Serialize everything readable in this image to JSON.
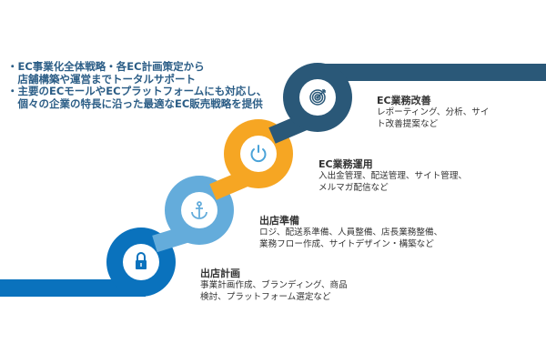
{
  "intro": [
    "・EC事業化全体戦略・各EC計画策定から",
    "　店舗構築や運営までトータルサポート",
    "・主要のECモールやECプラットフォームにも対応し、",
    "　個々の企業の特長に沿った最適なEC販売戦略を提供"
  ],
  "steps": [
    {
      "title": "出店計画",
      "lines": [
        "事業計画作成、ブランディング、商品",
        "検討、プラットフォーム選定など"
      ],
      "icon": "lock-icon",
      "color": "#0a72bd"
    },
    {
      "title": "出店準備",
      "lines": [
        "ロジ、配送系準備、人員整備、店長業務整備、",
        "業務フロー作成、サイトデザイン・構築など"
      ],
      "icon": "anchor-icon",
      "color": "#64acdb"
    },
    {
      "title": "EC業務運用",
      "lines": [
        "入出金管理、配送管理、サイト管理、",
        "メルマガ配信など"
      ],
      "icon": "power-icon",
      "color": "#f6a623"
    },
    {
      "title": "EC業務改善",
      "lines": [
        "レポーティング、分析、サイ",
        "ト改善提案など"
      ],
      "icon": "target-icon",
      "color": "#2a5878"
    }
  ]
}
